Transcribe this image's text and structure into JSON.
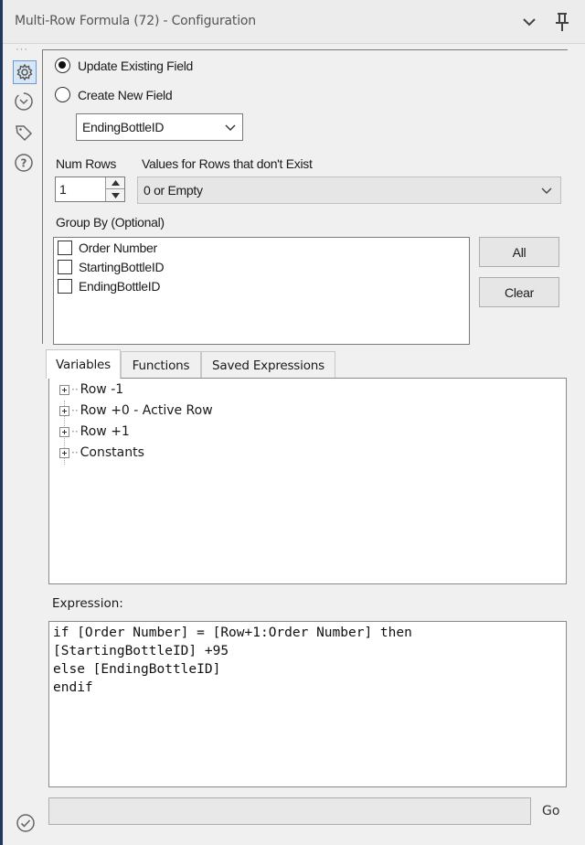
{
  "window": {
    "title": "Multi-Row Formula (72) - Configuration"
  },
  "sidebar": {
    "icons": [
      "settings-icon",
      "navigate-icon",
      "tag-icon",
      "help-icon"
    ],
    "bottom_icon": "check-circle-icon"
  },
  "config": {
    "update_existing_label": "Update Existing Field",
    "create_new_label": "Create New  Field",
    "selected_mode": "update",
    "field_select_value": "EndingBottleID",
    "num_rows_label": "Num Rows",
    "num_rows_value": "1",
    "values_label": "Values for Rows that don't Exist",
    "values_select_value": "0 or Empty",
    "groupby_label": "Group By (Optional)",
    "groupby_items": [
      {
        "label": "Order Number",
        "checked": false
      },
      {
        "label": "StartingBottleID",
        "checked": false
      },
      {
        "label": "EndingBottleID",
        "checked": false
      }
    ],
    "all_button": "All",
    "clear_button": "Clear"
  },
  "tabs": [
    {
      "label": "Variables",
      "active": true
    },
    {
      "label": "Functions",
      "active": false
    },
    {
      "label": "Saved Expressions",
      "active": false
    }
  ],
  "tree": {
    "items": [
      "Row -1",
      "Row +0 - Active Row",
      "Row +1",
      "Constants"
    ]
  },
  "expression": {
    "label": "Expression:",
    "lines": [
      "if [Order Number] = [Row+1:Order Number] then",
      "[StartingBottleID] +95",
      "else [EndingBottleID]",
      "endif"
    ]
  },
  "footer": {
    "go_label": "Go",
    "input_value": ""
  }
}
